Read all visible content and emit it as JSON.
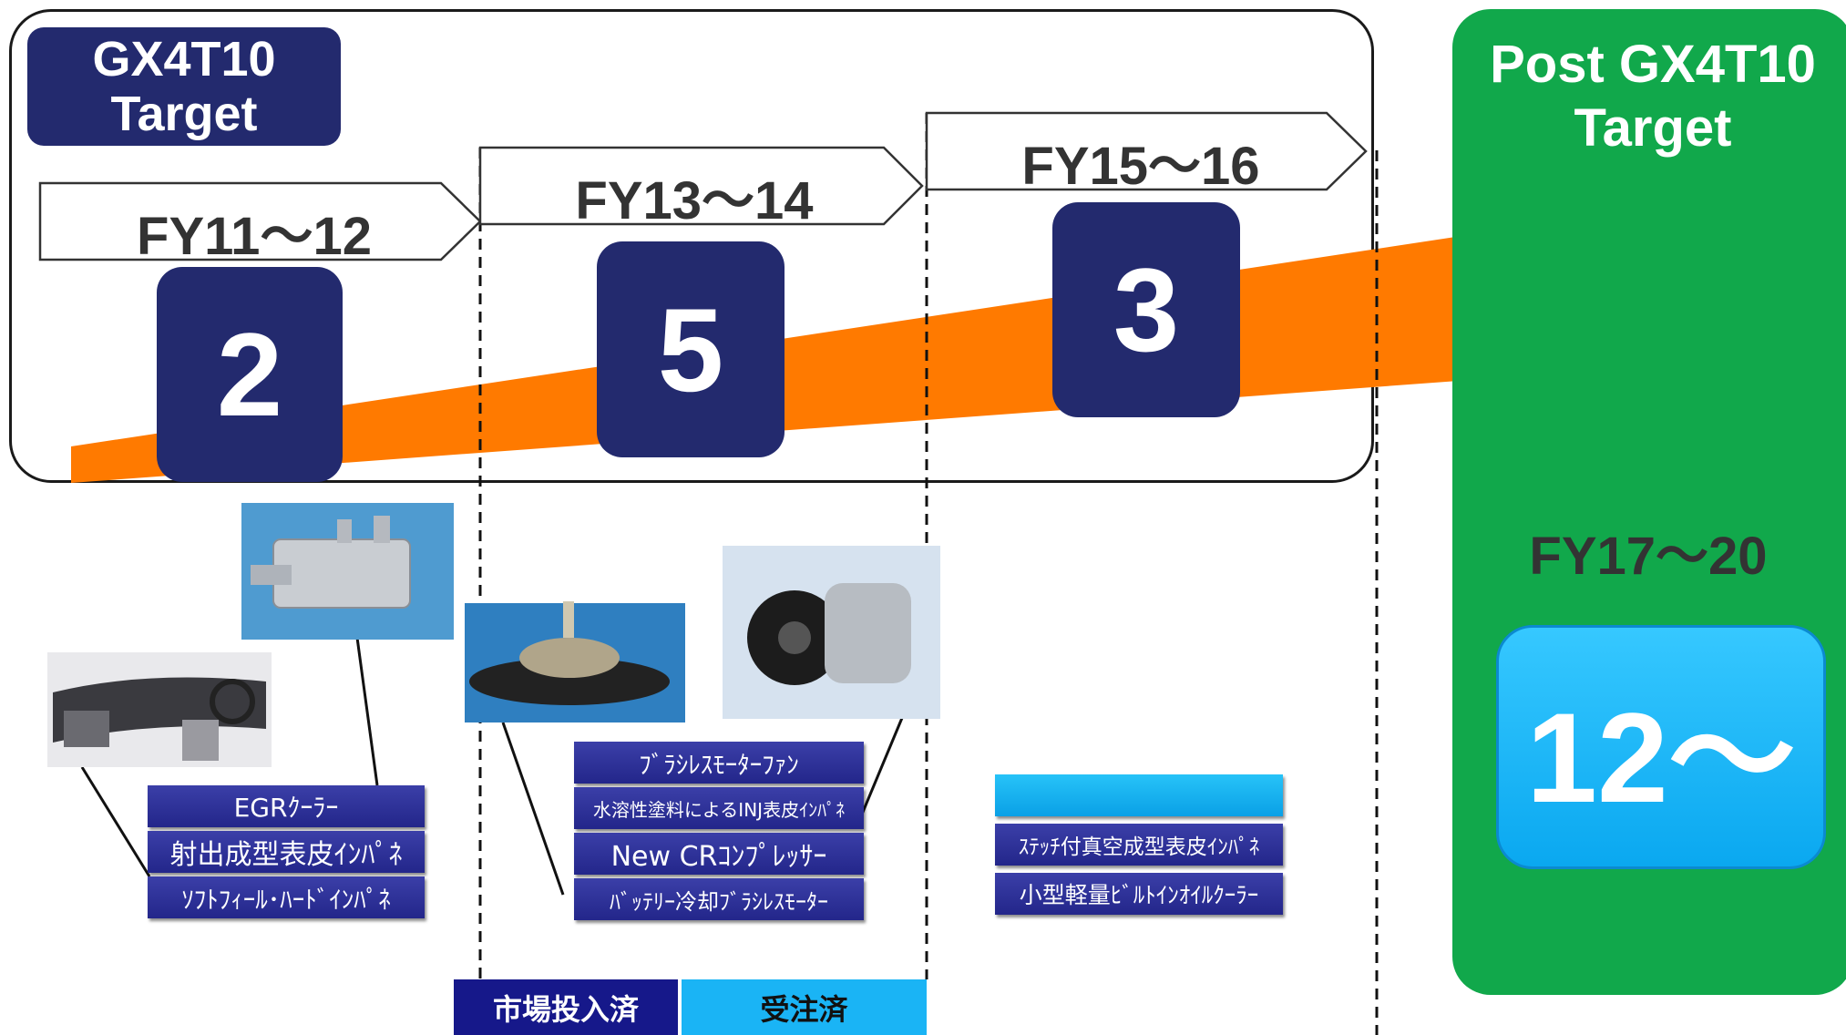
{
  "target": {
    "line1": "GX4T10",
    "line2": "Target"
  },
  "periods": [
    {
      "label": "FY11〜12",
      "count": "2"
    },
    {
      "label": "FY13〜14",
      "count": "5"
    },
    {
      "label": "FY15〜16",
      "count": "3"
    }
  ],
  "post": {
    "line1": "Post GX4T10",
    "line2": "Target",
    "period": "FY17〜20",
    "count": "12〜"
  },
  "labels": {
    "fy11_12": [
      "EGRｸｰﾗｰ",
      "射出成型表皮ｲﾝﾊﾟﾈ",
      "ｿﾌﾄﾌｨｰﾙ･ﾊｰﾄﾞｲﾝﾊﾟﾈ"
    ],
    "fy13_14": [
      "ﾌﾞﾗｼﾚｽﾓｰﾀｰﾌｧﾝ",
      "水溶性塗料によるINJ表皮ｲﾝﾊﾟﾈ",
      "New CRｺﾝﾌﾟﾚｯｻｰ",
      "ﾊﾞｯﾃﾘｰ冷却ﾌﾞﾗｼﾚｽﾓｰﾀｰ"
    ],
    "fy15_16": [
      "",
      "ｽﾃｯﾁ付真空成型表皮ｲﾝﾊﾟﾈ",
      "小型軽量ﾋﾞﾙﾄｲﾝｵｲﾙｸｰﾗｰ"
    ]
  },
  "legend": {
    "launched": "市場投入済",
    "ordered": "受注済"
  },
  "colors": {
    "navy": "#232a6e",
    "orange": "#ff7a00",
    "green": "#11a84b",
    "cyan": "#1ab4f5"
  }
}
